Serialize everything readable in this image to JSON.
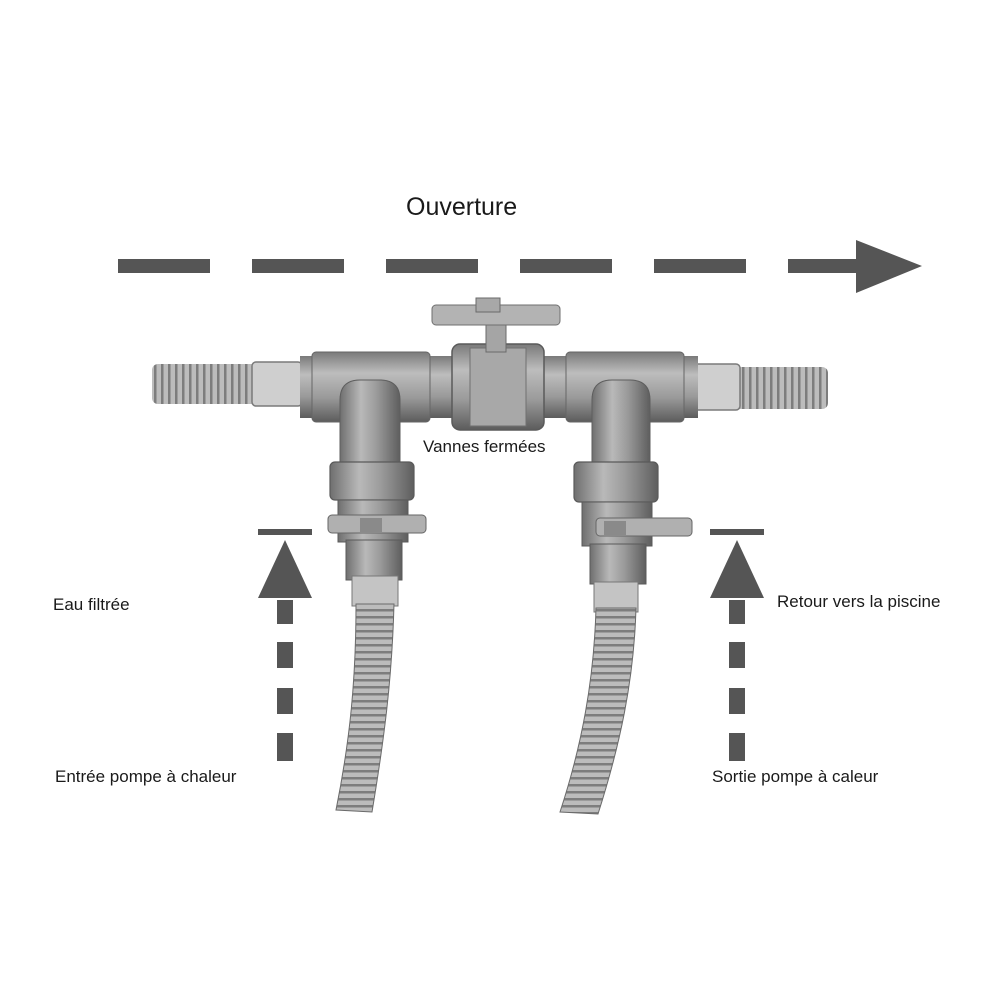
{
  "diagram": {
    "title": "Ouverture",
    "labels": {
      "valves_closed": "Vannes fermées",
      "filtered_water": "Eau filtrée",
      "heat_pump_inlet": "Entrée pompe à chaleur",
      "pool_return": "Retour vers la piscine",
      "heat_pump_outlet": "Sortie pompe à caleur"
    },
    "colors": {
      "arrow": "#555555",
      "pipe": "#9a9a9a",
      "pipe_dark": "#6e6e6e",
      "hose": "#b8b8b8",
      "background": "#ffffff"
    },
    "icons": {
      "top_arrow": "dashed-right-arrow-icon",
      "left_arrow": "dashed-up-arrow-icon",
      "right_arrow": "dashed-up-arrow-icon"
    }
  }
}
